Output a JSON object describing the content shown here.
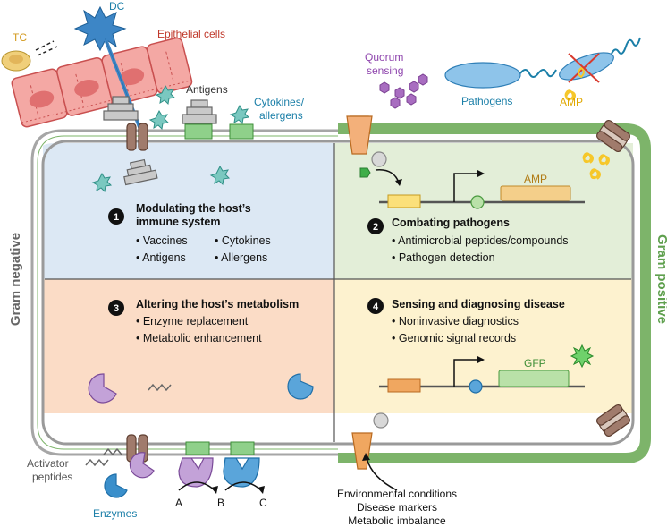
{
  "top_labels": {
    "tc": "TC",
    "dc": "DC",
    "epithelial": "Epithelial cells",
    "antigens": "Antigens",
    "cytokines_line1": "Cytokines/",
    "cytokines_line2": "allergens",
    "quorum_line1": "Quorum",
    "quorum_line2": "sensing",
    "pathogens": "Pathogens",
    "amp": "AMP"
  },
  "side_labels": {
    "gram_negative": "Gram negative",
    "gram_positive": "Gram positive"
  },
  "quadrants": [
    {
      "number": "1",
      "title_line1": "Modulating the host’s",
      "title_line2": "immune system",
      "items": [
        "• Vaccines",
        "• Antigens",
        "• Cytokines",
        "• Allergens"
      ]
    },
    {
      "number": "2",
      "title_line1": "Combating pathogens",
      "items": [
        "• Antimicrobial peptides/compounds",
        "• Pathogen detection"
      ],
      "gene_label": "AMP"
    },
    {
      "number": "3",
      "title_line1": "Altering the host’s metabolism",
      "items": [
        "• Enzyme replacement",
        "• Metabolic enhancement"
      ]
    },
    {
      "number": "4",
      "title_line1": "Sensing and diagnosing disease",
      "items": [
        "• Noninvasive diagnostics",
        "• Genomic signal records"
      ],
      "gene_label": "GFP"
    }
  ],
  "bottom_labels": {
    "activator_line1": "Activator",
    "activator_line2": "peptides",
    "enzymes": "Enzymes",
    "a": "A",
    "b": "B",
    "c": "C",
    "conditions": [
      "Environmental conditions",
      "Disease markers",
      "Metabolic imbalance"
    ]
  },
  "colors": {
    "q1": "#dce8f4",
    "q2": "#e3eed8",
    "q3": "#fbdcc6",
    "q4": "#fdf2cf",
    "gram_positive_wall": "#7db46a",
    "epithelial": "#f4a8a4",
    "dc": "#3d86c6",
    "tc": "#f0cf7a",
    "quorum": "#9a5fae",
    "pathogen": "#8ec4ea",
    "amp": "#f6c72a",
    "teal_accent": "#1b7fa8",
    "label_red": "#c0392b",
    "green_box": "#5fb15a",
    "orange_box": "#f0a760",
    "purple_enzyme": "#b68ccc",
    "blue_enzyme": "#3a8fcb"
  }
}
